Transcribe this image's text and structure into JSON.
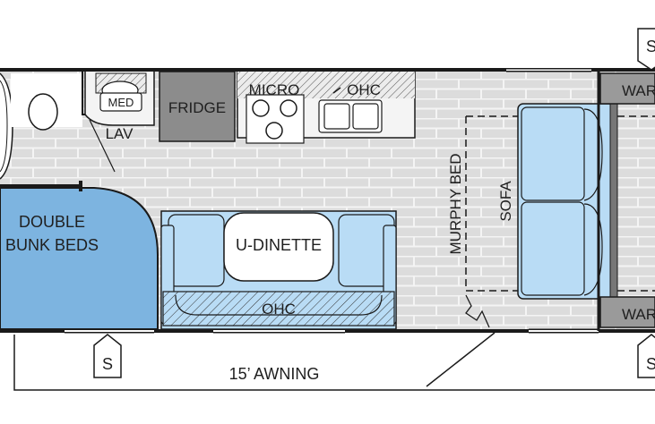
{
  "labels": {
    "med": "MED",
    "fridge": "FRIDGE",
    "micro": "MICRO",
    "ohc_top": "OHC",
    "lav": "LAV",
    "double_bunk_line1": "DOUBLE",
    "double_bunk_line2": "BUNK BEDS",
    "u_dinette": "U-DINETTE",
    "ohc_bottom": "OHC",
    "murphy_bed": "MURPHY BED",
    "sofa": "SOFA",
    "wardrobe_top": "WAR",
    "wardrobe_bottom": "WAR",
    "awning": "15’ AWNING",
    "slide_marker": "S"
  },
  "colors": {
    "floor": "#dcdcdc",
    "brick_line": "#f2f2f2",
    "wall": "#1a1a1a",
    "bunk_fill": "#7db4e0",
    "furniture_blue": "#b9dcf5",
    "fridge": "#8c8c8c",
    "wardrobe": "#9a9a9a",
    "counter": "#f4f4f4"
  }
}
